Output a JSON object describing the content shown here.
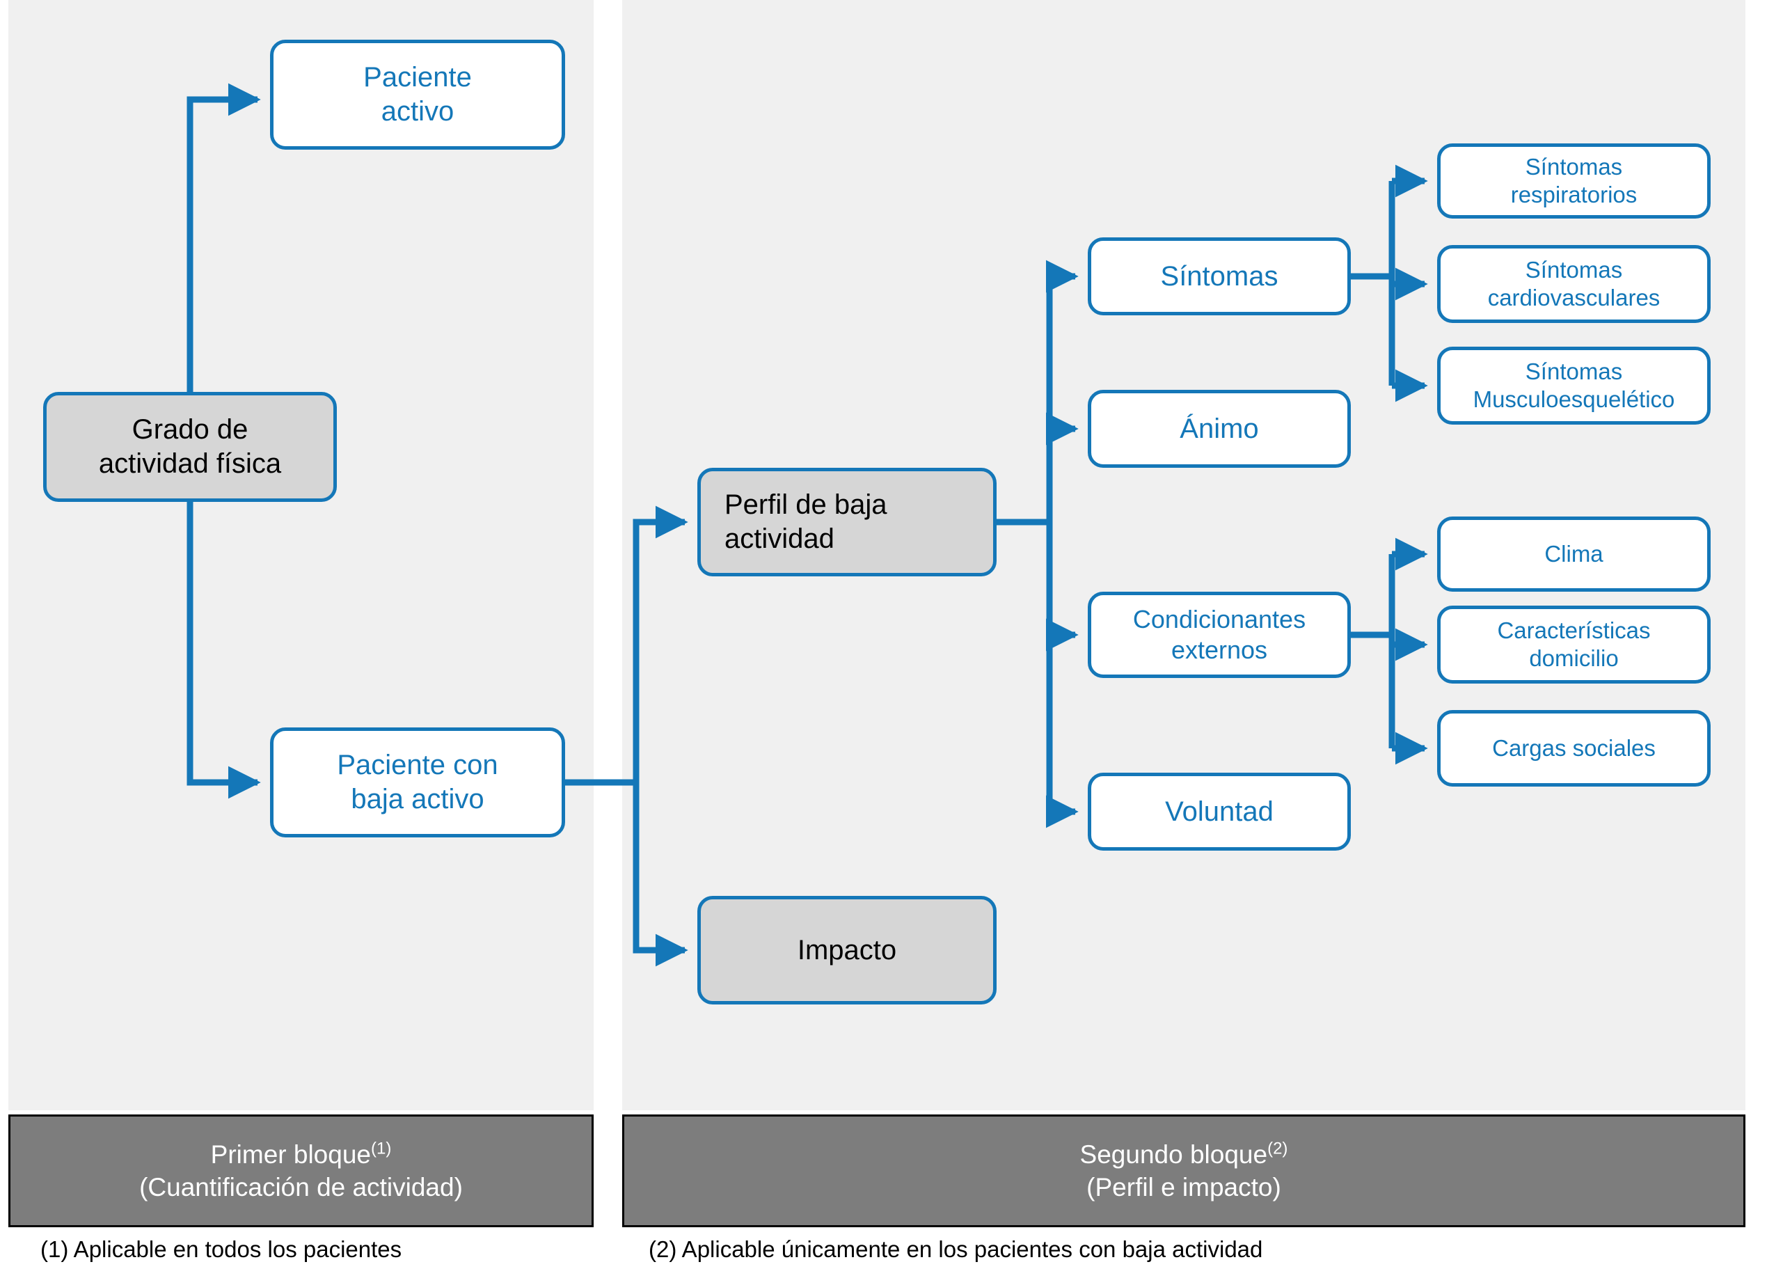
{
  "panels": {
    "left": {
      "name": "primer-bloque-panel"
    },
    "right": {
      "name": "segundo-bloque-panel"
    }
  },
  "footers": {
    "left": {
      "line1": "Primer bloque",
      "sup1": "(1)",
      "line2": "(Cuantificación de actividad)"
    },
    "right": {
      "line1": "Segundo bloque",
      "sup1": "(2)",
      "line2": "(Perfil e impacto)"
    }
  },
  "notes": {
    "note1": "(1) Aplicable en todos los pacientes",
    "note2": "(2) Aplicable únicamente en los pacientes con baja actividad"
  },
  "nodes": {
    "paciente_activo": {
      "line1": "Paciente",
      "line2": "activo"
    },
    "grado": {
      "line1": "Grado de",
      "line2": "actividad física"
    },
    "paciente_baja": {
      "line1": "Paciente con",
      "line2": "baja activo"
    },
    "perfil": {
      "line1": "Perfil de baja",
      "line2": "actividad"
    },
    "impacto": {
      "line1": "Impacto",
      "line2": ""
    },
    "sintomas": {
      "line1": "Síntomas",
      "line2": ""
    },
    "animo": {
      "line1": "Ánimo",
      "line2": ""
    },
    "condicionantes": {
      "line1": "Condicionantes",
      "line2": "externos"
    },
    "voluntad": {
      "line1": "Voluntad",
      "line2": ""
    },
    "sintomas_resp": {
      "line1": "Síntomas",
      "line2": "respiratorios"
    },
    "sintomas_cardio": {
      "line1": "Síntomas",
      "line2": "cardiovasculares"
    },
    "sintomas_musculo": {
      "line1": "Síntomas",
      "line2": "Musculoesquelético"
    },
    "clima": {
      "line1": "Clima",
      "line2": ""
    },
    "caracteristicas": {
      "line1": "Características",
      "line2": "domicilio"
    },
    "cargas": {
      "line1": "Cargas sociales",
      "line2": ""
    }
  },
  "colors": {
    "accent_blue": "#1477b8",
    "panel_bg": "#f0f0f0",
    "node_gray_fill": "#d6d6d6",
    "footer_gray": "#7d7d7d",
    "footer_text": "#ffffff",
    "page_bg": "#ffffff"
  }
}
